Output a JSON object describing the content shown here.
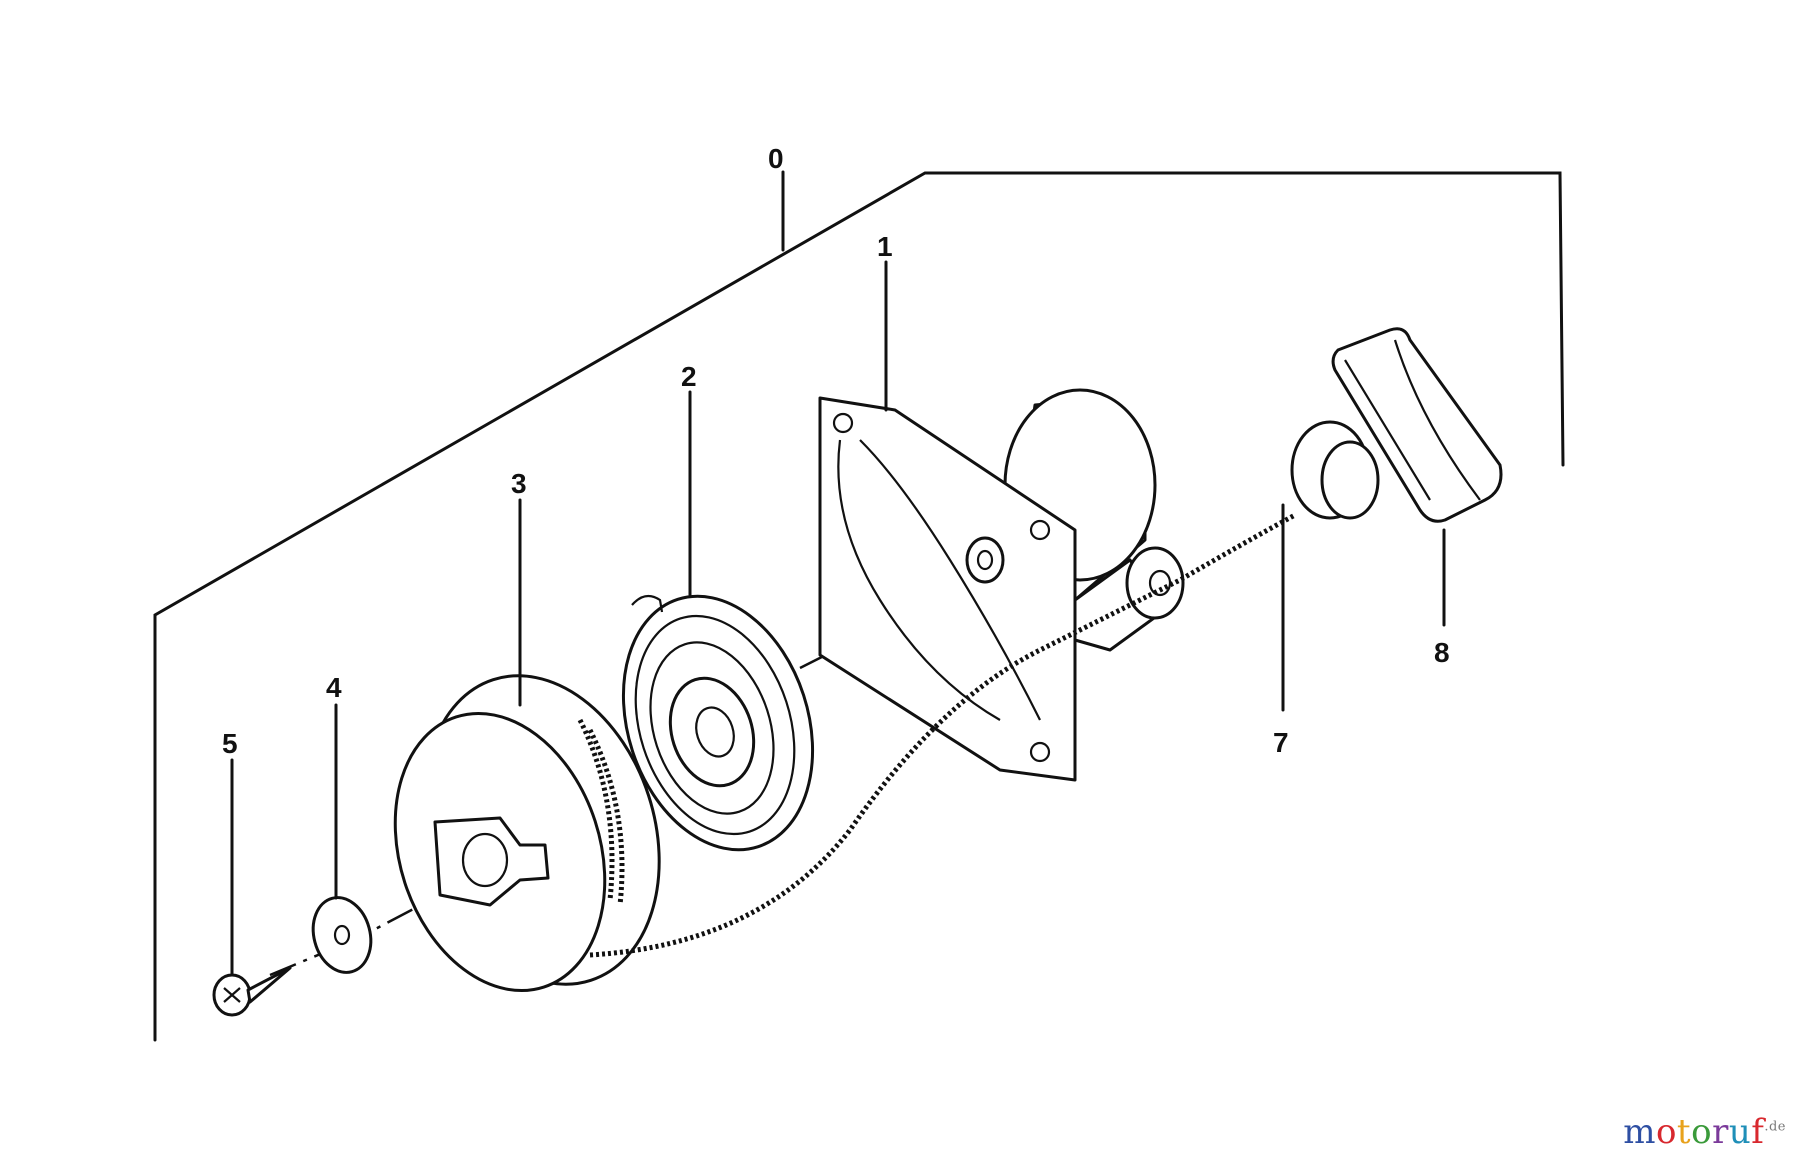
{
  "diagram": {
    "part_labels": {
      "p0": "0",
      "p1": "1",
      "p2": "2",
      "p3": "3",
      "p4": "4",
      "p5": "5",
      "p7": "7",
      "p8": "8"
    }
  },
  "watermark": {
    "text": "motoruf",
    "suffix": ".de",
    "colors": [
      "#2e4fa3",
      "#d8282e",
      "#e8a21c",
      "#3a9a3a",
      "#7b3a9a",
      "#1f8fb8",
      "#d8282e"
    ]
  }
}
